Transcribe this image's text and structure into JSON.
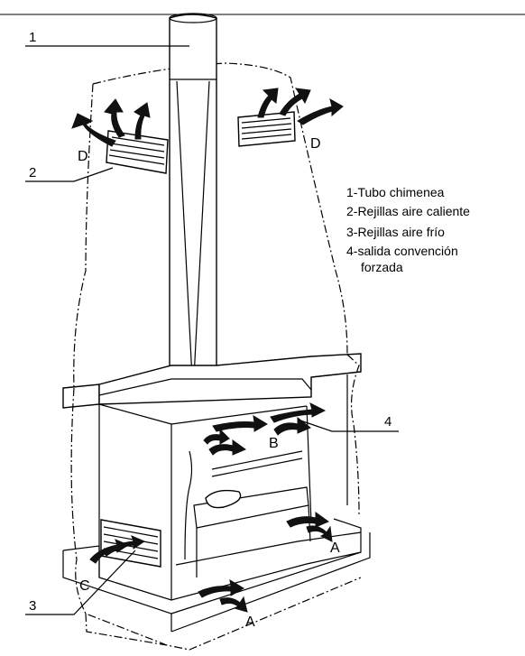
{
  "callouts": {
    "c1": "1",
    "c2": "2",
    "c3": "3",
    "c4": "4"
  },
  "legend": {
    "item1": "1-Tubo chimenea",
    "item2": "2-Rejillas aire caliente",
    "item3": "3-Rejillas aire frío",
    "item4_line1": "4-salida convención",
    "item4_line2": "forzada"
  },
  "markers": {
    "d_left": "D",
    "d_right": "D",
    "b": "B",
    "a_right": "A",
    "a_front": "A",
    "c_left": "C"
  }
}
